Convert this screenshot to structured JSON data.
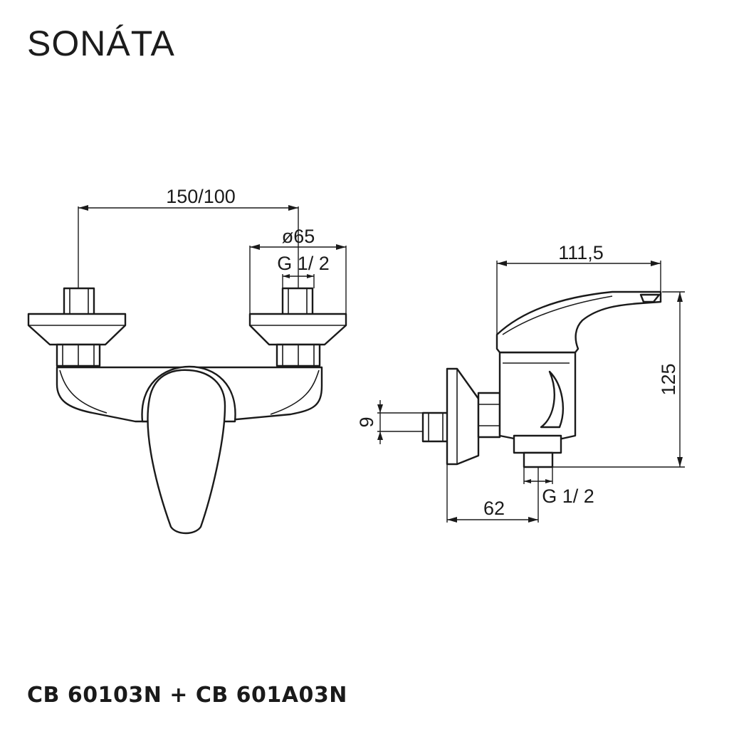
{
  "title": "SONÁTA",
  "product_codes": "CB 60103N + CB 601A03N",
  "dimensions": {
    "inlet_spacing": "150/100",
    "escutcheon_diameter": "ø65",
    "inlet_thread": "G 1/ 2",
    "depth": "111,5",
    "height": "125",
    "connector": "9",
    "wall_offset": "62",
    "outlet_thread": "G 1/ 2"
  }
}
